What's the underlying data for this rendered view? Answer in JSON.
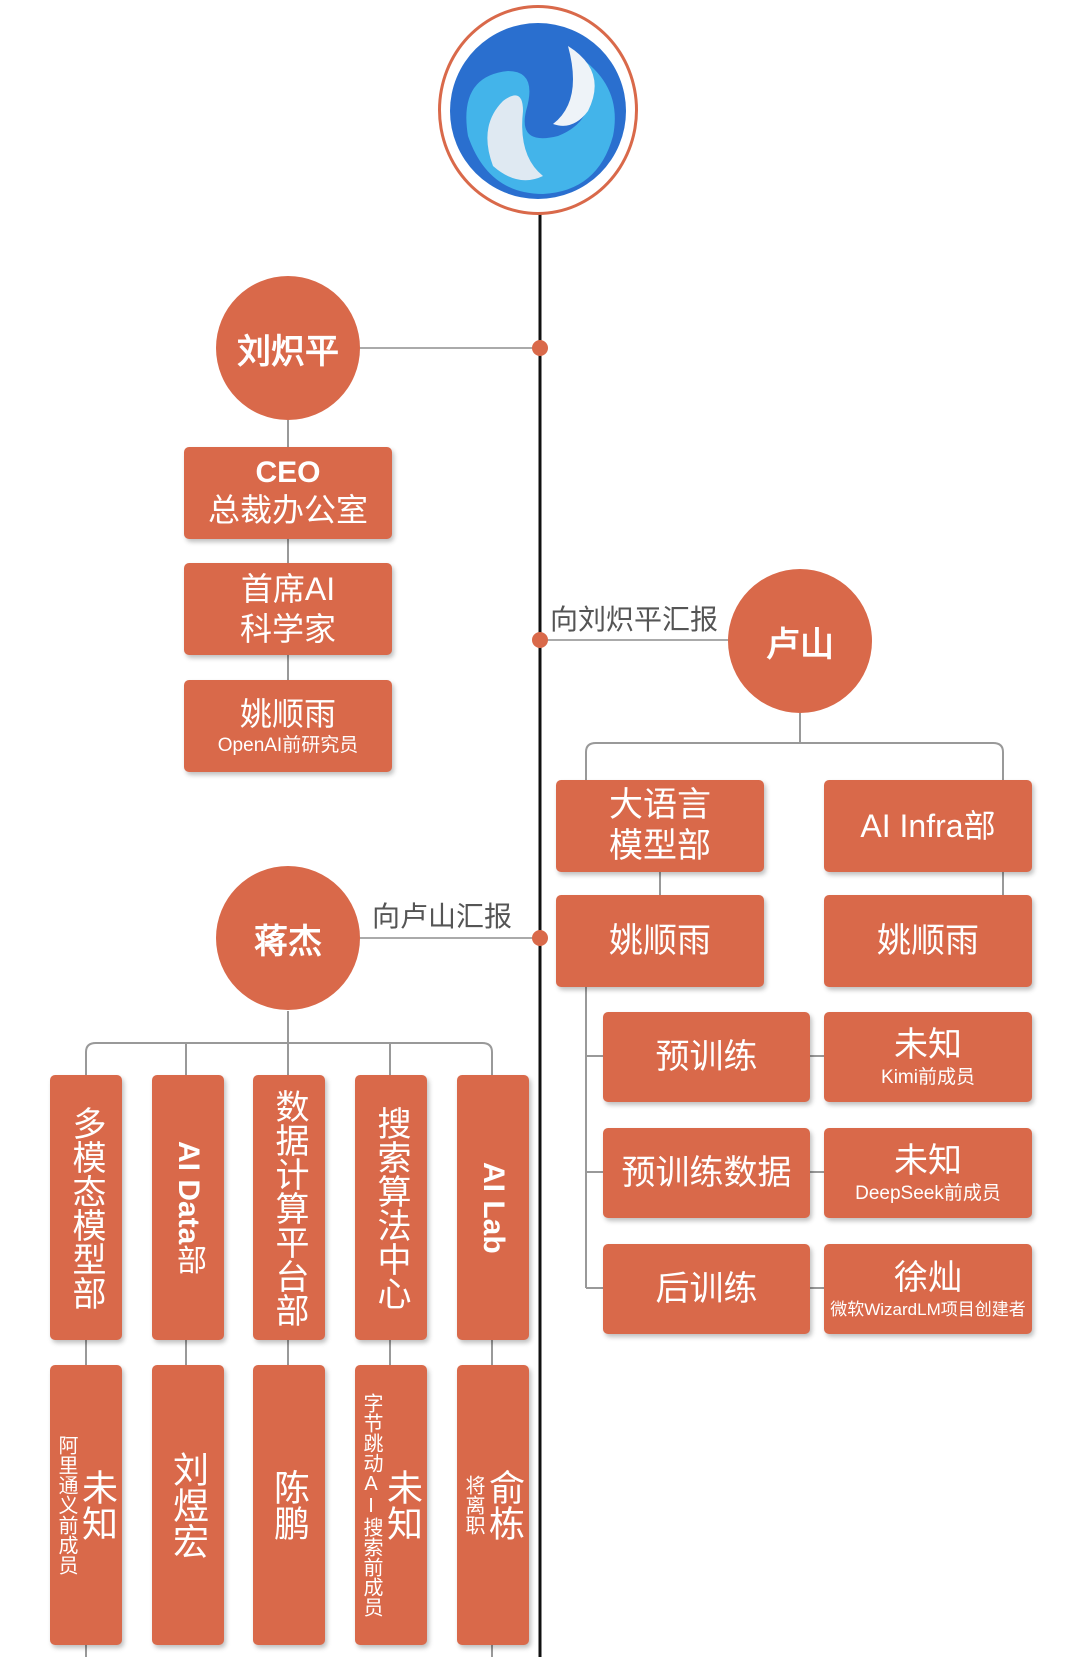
{
  "colors": {
    "node": "#d9694a",
    "line": "#111111",
    "connector": "#999999"
  },
  "logo_icon": "company-logo",
  "people": {
    "liu": "刘炽平",
    "lu": "卢山",
    "jiang": "蒋杰"
  },
  "relations": {
    "lu_reports": "向刘炽平汇报",
    "jiang_reports": "向卢山汇报"
  },
  "left_chain": {
    "b1_line1": "CEO",
    "b1_line2": "总裁办公室",
    "b2_line1": "首席AI",
    "b2_line2": "科学家",
    "b3_name": "姚顺雨",
    "b3_sub": "OpenAI前研究员"
  },
  "lu_branch": {
    "dept1_line1": "大语言",
    "dept1_line2": "模型部",
    "dept2": "AI Infra部",
    "head1": "姚顺雨",
    "head2": "姚顺雨",
    "sub1": "预训练",
    "sub2": "预训练数据",
    "sub3": "后训练",
    "lead1_name": "未知",
    "lead1_sub": "Kimi前成员",
    "lead2_name": "未知",
    "lead2_sub": "DeepSeek前成员",
    "lead3_name": "徐灿",
    "lead3_sub": "微软WizardLM项目创建者"
  },
  "jiang_branch": {
    "d1": "多模态模型部",
    "d2_latin": "AI Data",
    "d2_cjk": "部",
    "d3": "数据计算平台部",
    "d4": "搜索算法中心",
    "d5": "AI Lab",
    "p1_name": "未知",
    "p1_note": "阿里通义前成员",
    "p2_name": "刘煜宏",
    "p3_name": "陈鹏",
    "p4_name": "未知",
    "p4_note_a": "字节跳动",
    "p4_note_b": "AI",
    "p4_note_c": "搜索前成员",
    "p5_name": "俞栋",
    "p5_note": "将离职"
  }
}
